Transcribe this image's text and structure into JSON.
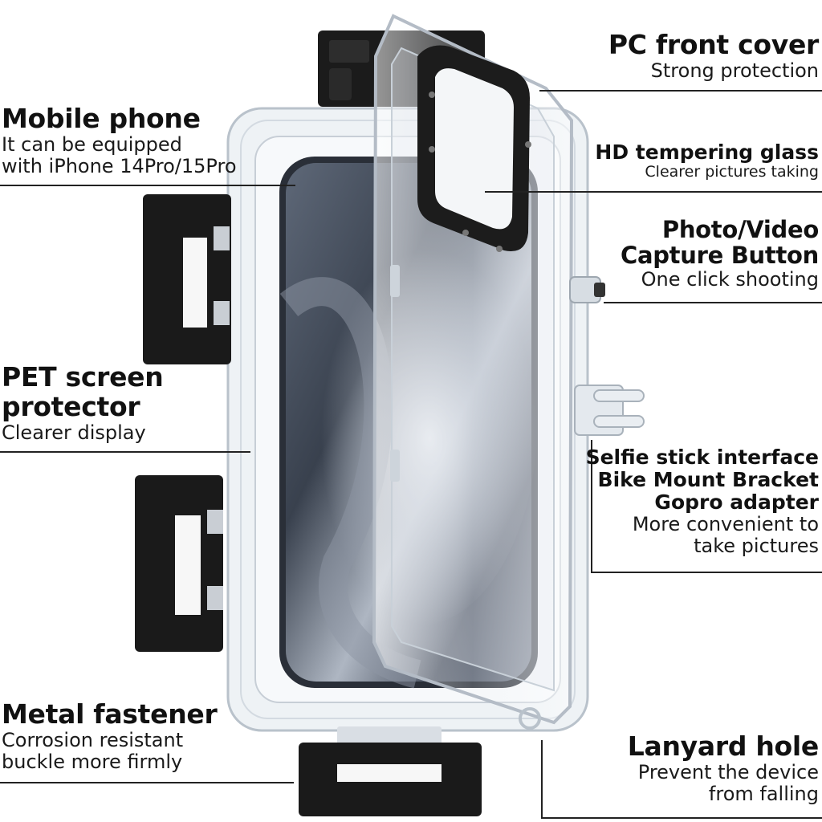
{
  "labels": {
    "pc_front_cover": {
      "title": "PC front cover",
      "sub": "Strong protection"
    },
    "mobile_phone": {
      "title": "Mobile phone",
      "sub1": "It can be equipped",
      "sub2": "with iPhone 14Pro/15Pro"
    },
    "hd_glass": {
      "title": "HD tempering glass",
      "sub": "Clearer pictures taking"
    },
    "capture_button": {
      "title1": "Photo/Video",
      "title2": "Capture Button",
      "sub": "One click shooting"
    },
    "pet_protector": {
      "title1": "PET screen",
      "title2": "protector",
      "sub": "Clearer display"
    },
    "selfie": {
      "title1": "Selfie stick interface",
      "title2": "Bike Mount Bracket",
      "title3": "Gopro adapter",
      "sub1": "More convenient to",
      "sub2": "take pictures"
    },
    "metal_fastener": {
      "title": "Metal fastener",
      "sub1": "Corrosion resistant",
      "sub2": "buckle more firmly"
    },
    "lanyard": {
      "title": "Lanyard hole",
      "sub1": "Prevent the device",
      "sub2": "from falling"
    }
  },
  "colors": {
    "text": "#111111",
    "case_clear": "#e9eef2",
    "phone_body": "#4c5563",
    "clip_black": "#1a1a1a"
  },
  "icons": [
    "waterproof-case-image",
    "iphone-image",
    "latch-clip-image",
    "lens-frame-image"
  ]
}
